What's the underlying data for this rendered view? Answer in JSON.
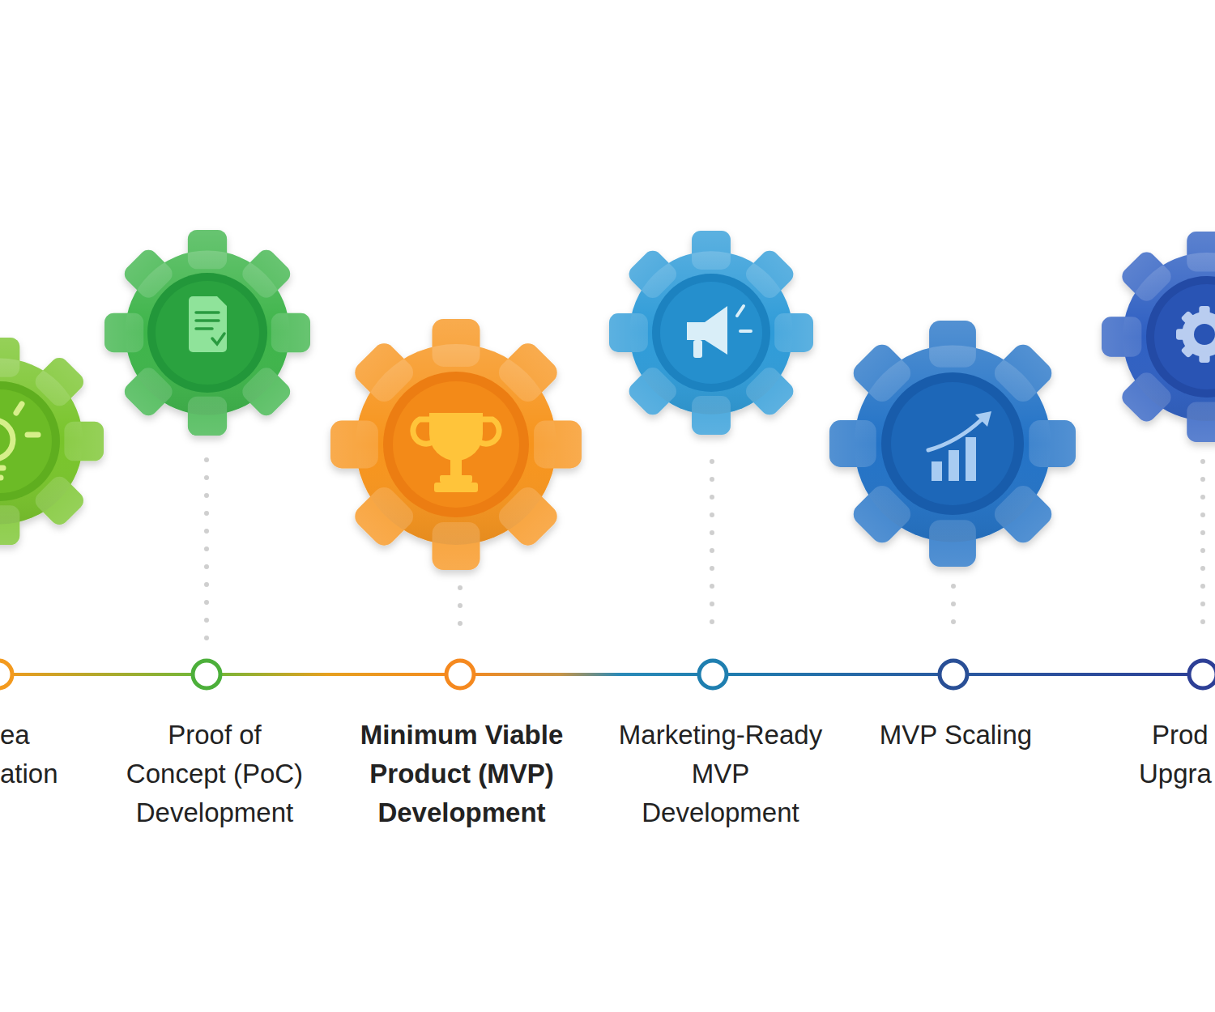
{
  "diagram": {
    "nodes": [
      {
        "text": [
          "ea ation"
        ]
      },
      {
        "text": [
          "Proof of Concept (PoC) Development"
        ]
      },
      {
        "text": [
          "Minimum Viable Product (MVP) Development"
        ]
      },
      {
        "text": [
          "Marketing-Ready MVP Development"
        ]
      },
      {
        "text": [
          "MVP Scaling"
        ]
      },
      {
        "text": [
          "Prod Upgra"
        ]
      }
    ],
    "edges": [
      {
        "from": 0,
        "to": 1,
        "arrow": "none"
      },
      {
        "from": 1,
        "to": 2,
        "arrow": "none"
      },
      {
        "from": 2,
        "to": 3,
        "arrow": "none"
      },
      {
        "from": 3,
        "to": 4,
        "arrow": "none"
      },
      {
        "from": 4,
        "to": 5,
        "arrow": "none"
      }
    ]
  }
}
